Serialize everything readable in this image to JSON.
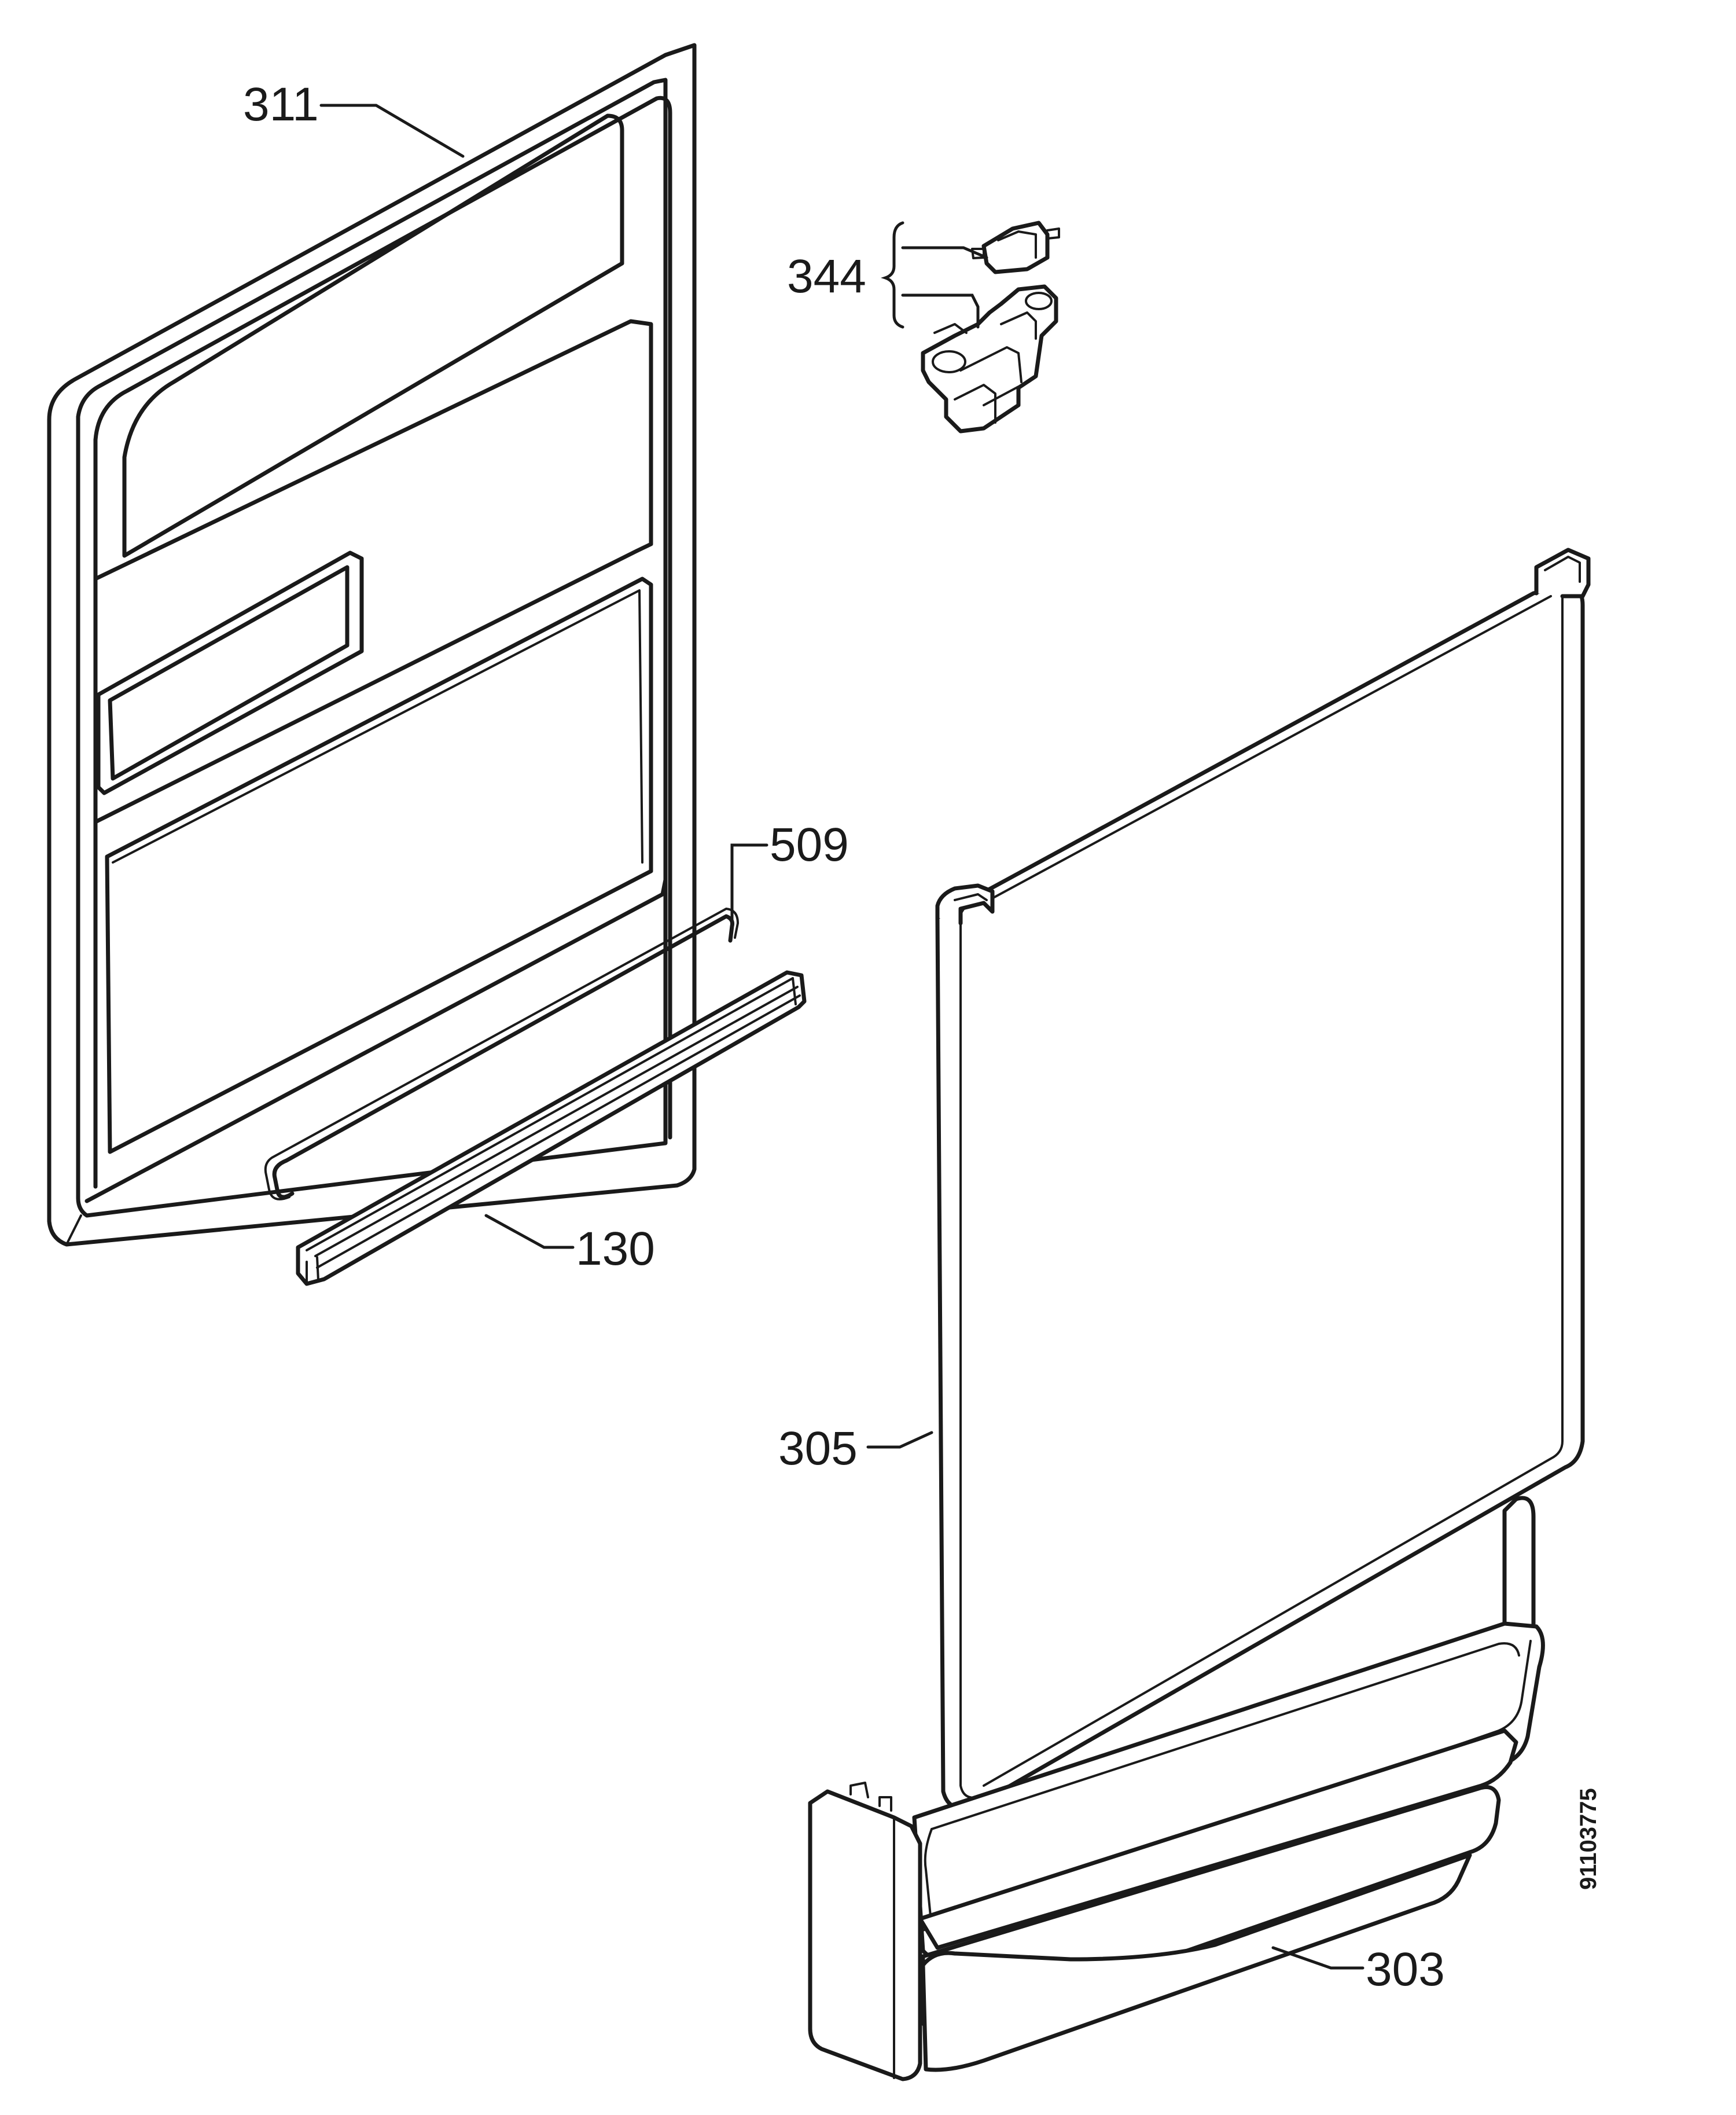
{
  "callouts": {
    "c311": "311",
    "c344": "344",
    "c509": "509",
    "c130": "130",
    "c305": "305",
    "c303": "303"
  },
  "document_number": "91103775"
}
